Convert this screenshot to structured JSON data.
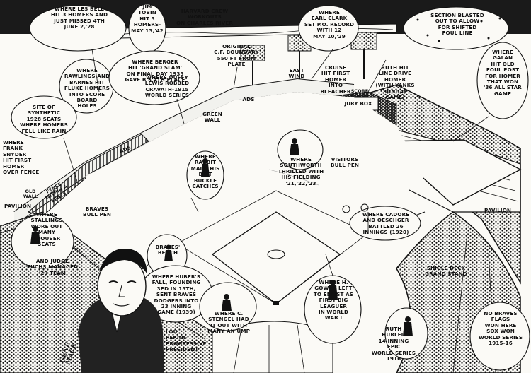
{
  "annotations": {
    "les_bell": "WHERE LES BELL\nHIT 3 HOMERS AND\nJUST MISSED 4TH\nJUNE 2,'28",
    "jim_tobin": "JIM\nTOBIN\nHIT 3\nHOMERS-\nMAY 13,'42",
    "harvard_crew": "HARVARD CREW WORKOUTS\nON CHARLES RIVER",
    "earl_clark": "WHERE\nEARL CLARK\nSET P.O. RECORD\nWITH 12\nMAY 10,'29",
    "section_blasted": "SECTION BLASTED\nOUT TO ALLOW\nFOR SHIFTED\nFOUL LINE",
    "galan": "WHERE\nGALAN\nHIT OLD\nFOUL POST\nFOR HOMER\nTHAT WON\n'36 ALL STAR\nGAME",
    "rawlings": "WHERE\nRAWLINGS AND\nBARNES HIT\nFLUKE HOMERS\nINTO SCORE BOARD\nHOLES",
    "berger": "WHERE BERGER\nHIT 'GRAND SLAM'\nON FINAL DAY 1933\nGAVE B'S 4TH PLACE",
    "original_cf": "ORIGINAL\nC.F. BOUNDARY\n550 FT FROM\nPLATE",
    "east_wind": "EAST\nWIND",
    "cruise": "CRUISE\nHIT FIRST\nHOMER\nINTO\nBLEACHER",
    "ruth_line": "RUTH HIT\nLINE DRIVE\nHOMER\n(WITH YANKS\nSUNDAY\nGAME)",
    "score_board": "SCORE\nBOARD",
    "jury_box": "JURY BOX",
    "duffy": "WHERE DUFFY\nLEWIS ROBBED\nCRAVATH-1915\nWORLD SERIES",
    "green_wall": "GREEN\nWALL",
    "ads_1": "ADS",
    "ads_2": "ADS",
    "synthetic": "SITE OF\nSYNTHETIC\n1928 SEATS\nWHERE HOMERS\nFELL LIKE RAIN",
    "snyder": "WHERE\nFRANK\nSNYDER\nHIT FIRST\nHOMER\nOVER FENCE",
    "old_wall": "OLD\nWALL",
    "fence_within": "FENCE\nWITHIN A\nFENCE",
    "pavilion_left": "PAVILION",
    "pavilion_right": "PAVILION",
    "rabbit": "WHERE\nRABBIT\nMADE HIS\nBELT\nBUCKLE\nCATCHES",
    "southworth": "WHERE\nSOUTHWORTH\nTHRILLED WITH\nHIS FIELDING\n'21,'22,'23",
    "visitors": "VISITORS\nBULL PEN",
    "braves_bullpen": "BRAVES\nBULL PEN",
    "stallings": "WHERE\nSTALLINGS\nWORE OUT\nMANY\nTROUSER\nSEATS",
    "fuchs": "AND JUDGE\nFUCHS MANAGED\n'29 TEAM",
    "braves_bench": "BRAVES'\nBENCH",
    "huber": "WHERE HUBER'S\nFALL, FOUNDING\n3PD IN 13TH,\nSENT BRAVES\nDODGERS INTO\n23 INNING\nGAME (1939)",
    "cadore": "WHERE CADORE\nAND OESCHGER\nBATTLED 26\nINNINGS (1920)",
    "gowdy": "WHERE H.\nGOWDY LEFT\nTO ENLIST AS\nFIRST BIG\nLEAGUER\nIN WORLD\nWAR I",
    "stengel": "WHERE C.\nSTENGEL HAD\nIT OUT WITH\nMANY AN UMP",
    "single_deck": "SINGLE DECK\nGRAND STAND",
    "no_braves": "NO BRAVES\nFLAGS\nWON HERE\nSOX WON\nWORLD SERIES\n1915-16",
    "ruth_hurled": "RUTH\nHURLED\n14 INNING\nEPIC\nWORLD SERIES\n1916",
    "perini": "LOU\nPERINI-\nPROGRESSIVE\nPRESIDENT"
  },
  "signature": "GENE\nMACK",
  "colors": {
    "ink": "#111111",
    "paper": "#fbfaf6",
    "grass": "#f2f2ee"
  }
}
